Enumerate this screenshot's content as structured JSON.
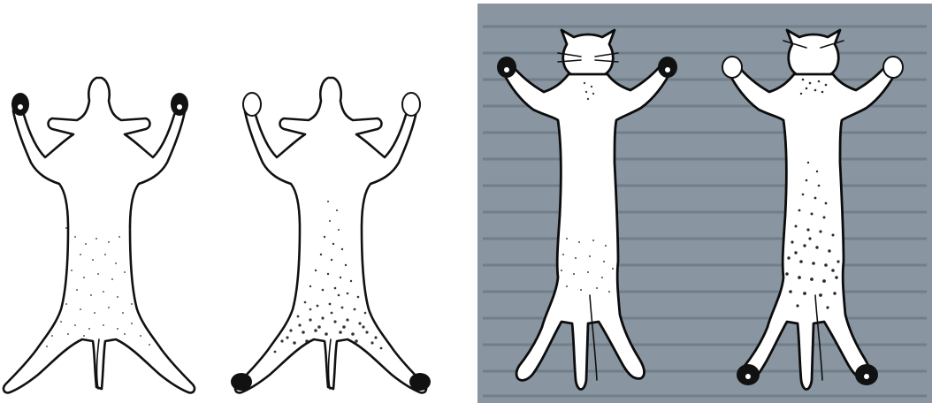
{
  "figure": {
    "panels": [
      {
        "id": "left",
        "animals": [
          "mild-pattern",
          "severe-pattern"
        ]
      },
      {
        "id": "right",
        "animals": [
          "mild-pattern",
          "severe-pattern"
        ]
      }
    ],
    "colors": {
      "ink": "#111111",
      "page_background": "#ffffff",
      "book_page": "#8996a1"
    }
  }
}
